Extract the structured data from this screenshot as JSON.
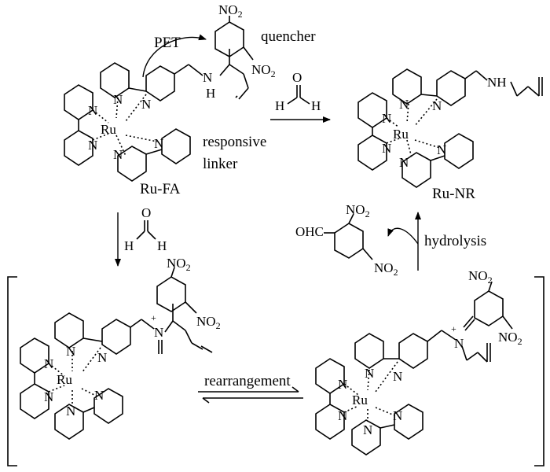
{
  "atoms": {
    "ru": "Ru",
    "n": "N",
    "nh": "NH",
    "nh_n": "N",
    "nh_h": "H",
    "h": "H",
    "o": "O",
    "no2": "NO",
    "sub2": "2",
    "ohc": "OHC",
    "plus": "+"
  },
  "labels": {
    "pet": "PET",
    "quencher": "quencher",
    "responsive": "responsive",
    "linker": "linker",
    "ru_fa": "Ru-FA",
    "ru_nr": "Ru-NR",
    "hydrolysis": "hydrolysis",
    "rearrangement": "rearrangement"
  }
}
